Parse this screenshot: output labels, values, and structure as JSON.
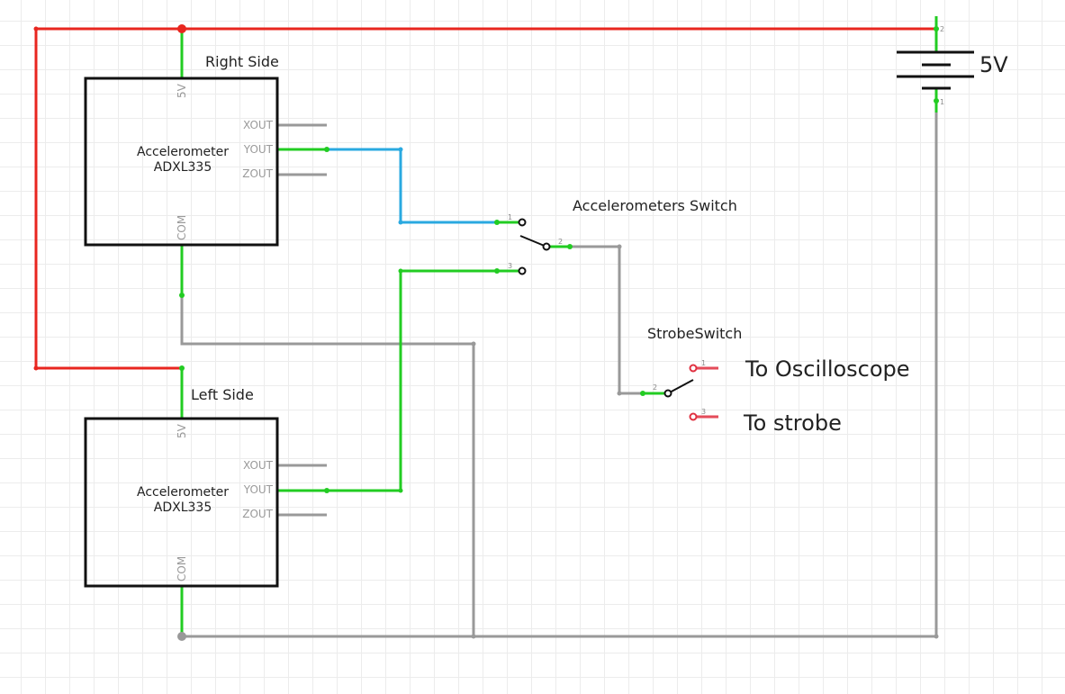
{
  "battery": {
    "label": "5V",
    "pin_plus": "2",
    "pin_minus": "1"
  },
  "right_module": {
    "title": "Right Side",
    "name_line1": "Accelerometer",
    "name_line2": "ADXL335",
    "pin_5v": "5V",
    "pin_com": "COM",
    "pin_x": "XOUT",
    "pin_y": "YOUT",
    "pin_z": "ZOUT"
  },
  "left_module": {
    "title": "Left Side",
    "name_line1": "Accelerometer",
    "name_line2": "ADXL335",
    "pin_5v": "5V",
    "pin_com": "COM",
    "pin_x": "XOUT",
    "pin_y": "YOUT",
    "pin_z": "ZOUT"
  },
  "accel_switch": {
    "label": "Accelerometers Switch",
    "pin1": "1",
    "pin2": "2",
    "pin3": "3"
  },
  "strobe_switch": {
    "label": "StrobeSwitch",
    "pin1": "1",
    "pin2": "2",
    "pin3": "3",
    "out1_label": "To Oscilloscope",
    "out2_label": "To strobe"
  },
  "colors": {
    "power_wire": "#e8261f",
    "signal_wire": "#2aa9e0",
    "connector_wire": "#22cc22",
    "ground_wire": "#999999",
    "component_outline": "#111111"
  }
}
